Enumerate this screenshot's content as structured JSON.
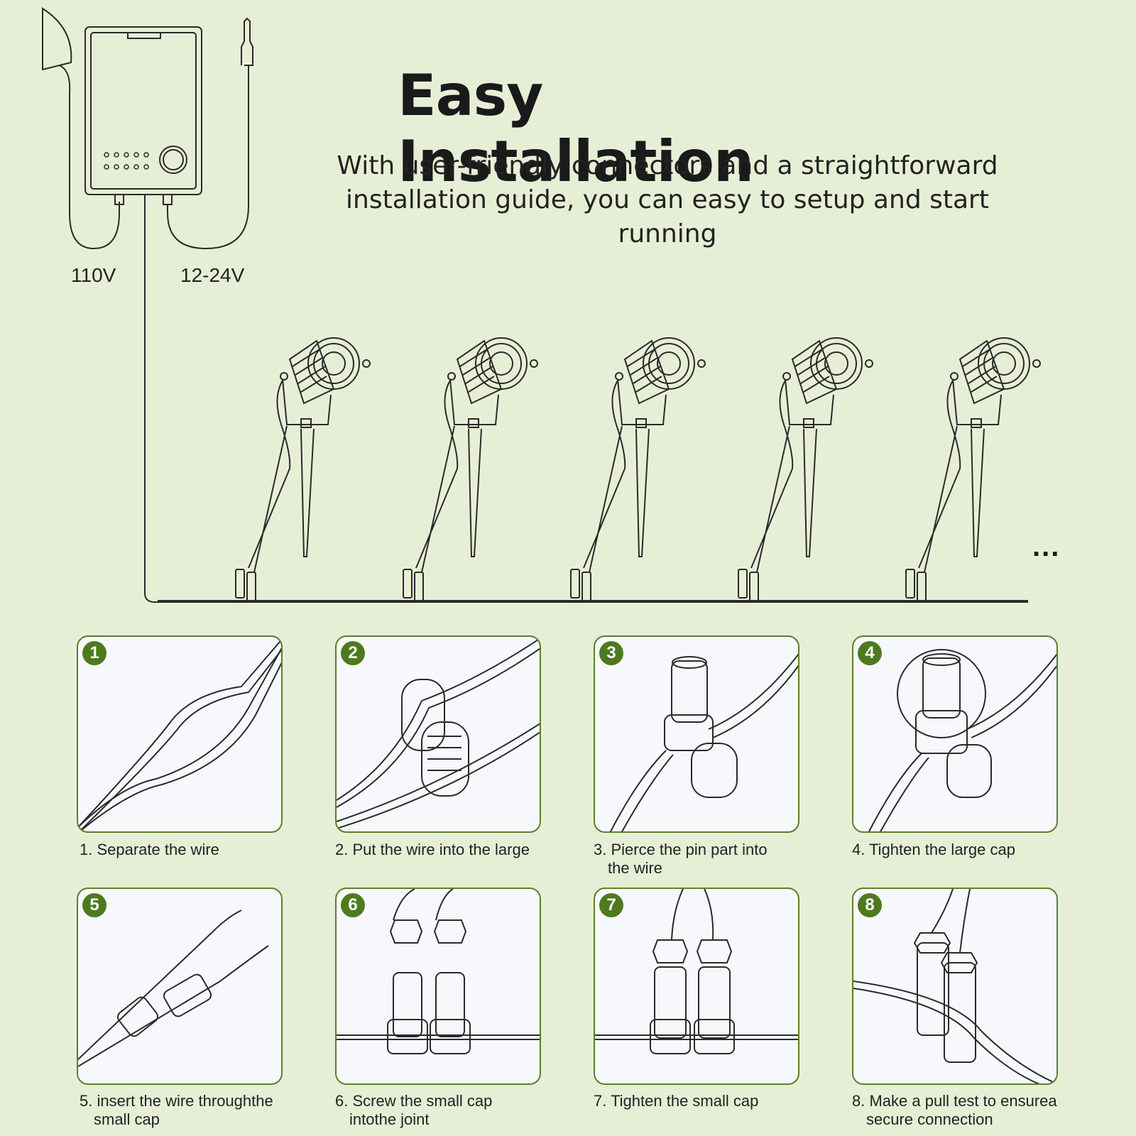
{
  "header": {
    "title": "Easy Installation",
    "subtitle_line1": "With user-friendly connectors and a straightforward",
    "subtitle_line2": "installation guide, you can easy to setup and start running"
  },
  "diagram": {
    "label_110v": "110V",
    "label_24v": "12-24V",
    "more": "..."
  },
  "colors": {
    "badge": "#4e7a1f",
    "border": "#5b7f2a",
    "background": "#e6efd6"
  },
  "steps": [
    {
      "num": "1",
      "line1": "1. Separate the wire",
      "line2": ""
    },
    {
      "num": "2",
      "line1": "2. Put the wire into the large",
      "line2": ""
    },
    {
      "num": "3",
      "line1": "3. Pierce the pin part into",
      "line2": "the wire"
    },
    {
      "num": "4",
      "line1": "4. Tighten the large cap",
      "line2": ""
    },
    {
      "num": "5",
      "line1": "5. insert the wire throughthe",
      "line2": "small cap"
    },
    {
      "num": "6",
      "line1": "6. Screw the small cap",
      "line2": "intothe joint"
    },
    {
      "num": "7",
      "line1": "7. Tighten the small cap",
      "line2": ""
    },
    {
      "num": "8",
      "line1": "8. Make a pull test to ensurea",
      "line2": "secure connection"
    }
  ]
}
